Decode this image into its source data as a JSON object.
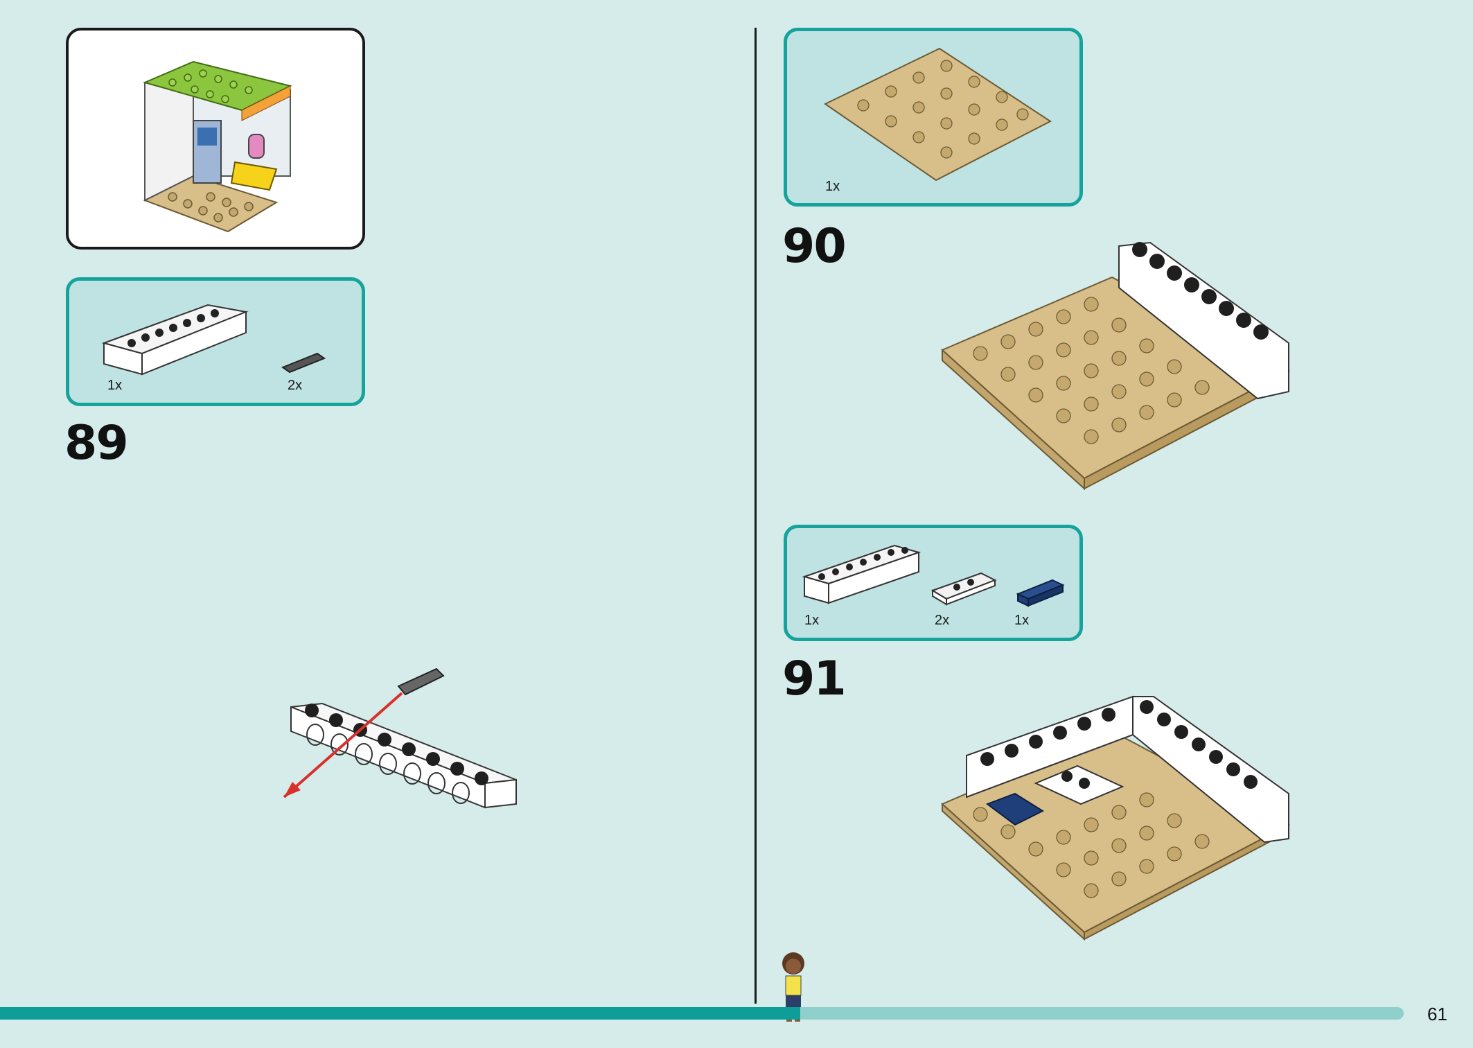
{
  "preview": {
    "caption": ""
  },
  "step89": {
    "number": "89",
    "parts": [
      {
        "qty": "1x"
      },
      {
        "qty": "2x"
      }
    ]
  },
  "step90": {
    "number": "90",
    "parts": [
      {
        "qty": "1x"
      }
    ]
  },
  "step91": {
    "number": "91",
    "parts": [
      {
        "qty": "1x"
      },
      {
        "qty": "2x"
      },
      {
        "qty": "1x"
      }
    ]
  },
  "footer": {
    "page_number": "61",
    "progress": 0.57
  },
  "colors": {
    "background": "#d6eceb",
    "parts_box_border": "#15a39c",
    "parts_box_fill": "#bfe3e2",
    "progress_fill": "#0f9e97",
    "progress_track": "#8fd0cc",
    "tan_plate": "#d8bf8a",
    "navy_tile": "#1f3f7a",
    "arrow": "#d9302b"
  }
}
